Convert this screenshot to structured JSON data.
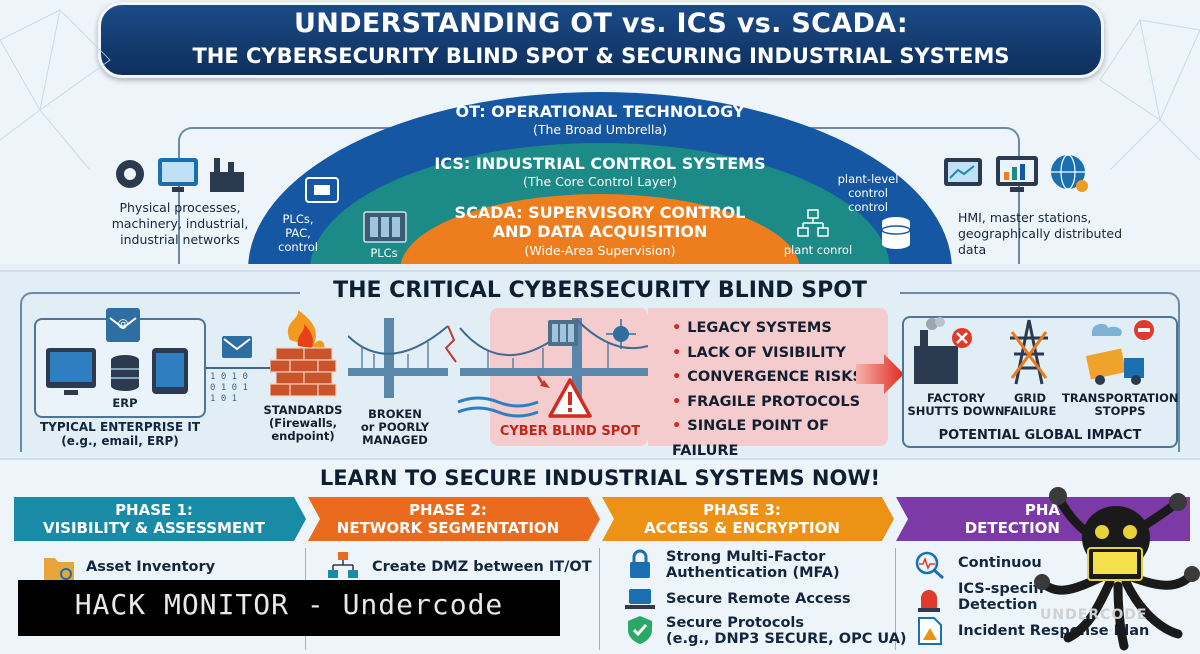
{
  "title": {
    "line1": "UNDERSTANDING OT vs. ICS vs. SCADA:",
    "line2": "THE CYBERSECURITY BLIND SPOT & SECURING INDUSTRIAL SYSTEMS"
  },
  "hierarchy": {
    "ot": {
      "title": "OT: OPERATIONAL TECHNOLOGY",
      "subtitle": "(The Broad Umbrella)"
    },
    "ics": {
      "title": "ICS: INDUSTRIAL CONTROL SYSTEMS",
      "subtitle": "(The Core Control Layer)"
    },
    "scada": {
      "title_line1": "SCADA: SUPERVISORY CONTROL",
      "title_line2": "AND DATA ACQUISITION",
      "subtitle": "(Wide-Area Supervision)"
    },
    "left_text": [
      "Physical processes,",
      "machinery, industrial,",
      "industrial networks"
    ],
    "right_text": [
      "HMI, master stations,",
      "geographically distributed",
      "data"
    ],
    "plcs_pac": [
      "PLCs,",
      "PAC,",
      "control"
    ],
    "plcs": "PLCs",
    "plant_level": [
      "plant-level",
      "control",
      "control"
    ],
    "plant_conrol": "plant conrol"
  },
  "blind_spot": {
    "title": "THE CRITICAL CYBERSECURITY BLIND SPOT",
    "enterprise_label": [
      "TYPICAL ENTERPRISE IT",
      "(e.g., email, ERP)"
    ],
    "erp": "ERP",
    "standards": [
      "STANDARDS",
      "(Firewalls,",
      "endpoint)"
    ],
    "broken": [
      "BROKEN",
      "or POORLY",
      "MANAGED"
    ],
    "cyber_blind_spot": "CYBER BLIND SPOT",
    "risks": [
      "LEGACY SYSTEMS",
      "LACK OF VISIBILITY",
      "CONVERGENCE RISKS",
      "FRAGILE PROTOCOLS",
      "SINGLE POINT OF FAILURE"
    ],
    "impacts": [
      {
        "label": [
          "FACTORY",
          "SHUTTS DOWN"
        ]
      },
      {
        "label": [
          "GRID",
          "FAILURE"
        ]
      },
      {
        "label": [
          "TRANSPORTATION",
          "STOPPS"
        ]
      }
    ],
    "impact_title": "POTENTIAL GLOBAL IMPACT",
    "code_bits": [
      "1 0 1 0",
      "0 1 0 1",
      "1 0 1"
    ]
  },
  "learn": {
    "title": "LEARN TO SECURE INDUSTRIAL SYSTEMS NOW!",
    "phases": [
      {
        "line1": "PHASE 1:",
        "line2": "VISIBILITY & ASSESSMENT",
        "color": "#1a8ba6"
      },
      {
        "line1": "PHASE 2:",
        "line2": "NETWORK SEGMENTATION",
        "color": "#ea6b1e"
      },
      {
        "line1": "PHASE 3:",
        "line2": "ACCESS & ENCRYPTION",
        "color": "#ec9315"
      },
      {
        "line1": "PHA",
        "line2": "DETECTION",
        "color": "#7c3aa6"
      }
    ],
    "phase1_items": [
      "Asset Inventory"
    ],
    "phase2_items": [
      "Create DMZ between IT/OT"
    ],
    "phase3_items": [
      [
        "Strong Multi-Factor",
        "Authentication (MFA)"
      ],
      [
        "Secure Remote Access"
      ],
      [
        "Secure Protocols",
        "(e.g., DNP3 SECURE, OPC UA)"
      ]
    ],
    "phase4_items": [
      [
        "Continuou"
      ],
      [
        "ICS-specifi",
        "Detection"
      ],
      [
        "Incident Response Plan"
      ]
    ]
  },
  "watermark": {
    "text": "HACK MONITOR - Undercode",
    "logo_text": "UNDERCODE"
  },
  "colors": {
    "ot": "#1657a3",
    "ics": "#1c8a86",
    "scada": "#ee7d1e",
    "navy": "#0f2f5c"
  }
}
